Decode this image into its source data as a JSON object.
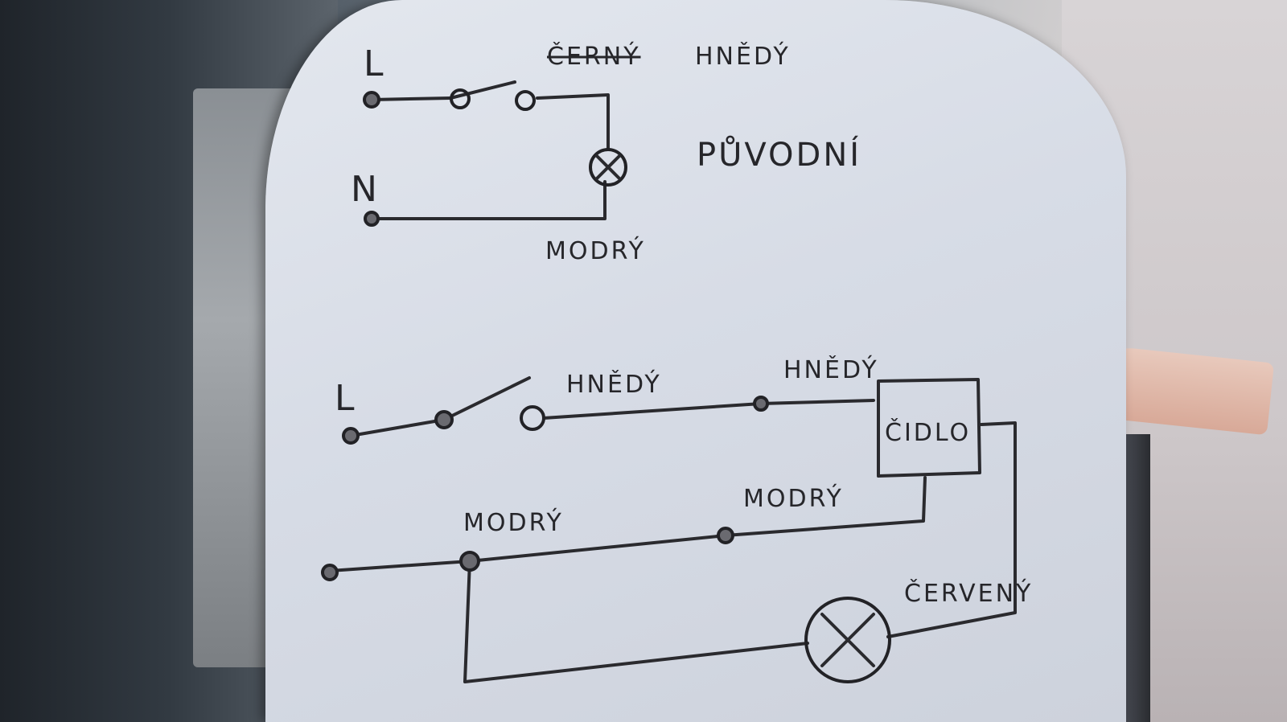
{
  "diagram_original": {
    "label_L": "L",
    "label_N": "N",
    "label_wire_top_struck": "ČERNÝ",
    "label_wire_top": "HNĚDÝ",
    "label_wire_bottom": "MODRÝ",
    "title": "PŮVODNÍ"
  },
  "diagram_new": {
    "label_L": "L",
    "label_brown_1": "HNĚDÝ",
    "label_brown_2": "HNĚDÝ",
    "label_sensor": "ČIDLO",
    "label_blue_1": "MODRÝ",
    "label_blue_2": "MODRÝ",
    "label_red": "ČERVENÝ"
  },
  "colors": {
    "ink": "#26262a",
    "paper": "#dde1e9"
  }
}
